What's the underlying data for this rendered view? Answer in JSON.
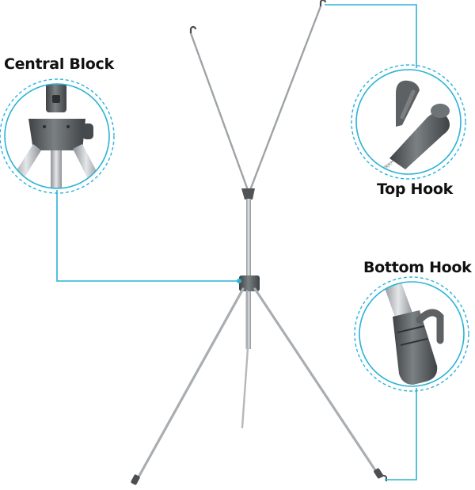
{
  "product": "banner stand tripod",
  "colors": {
    "accent": "#2bb3d6",
    "pole": "#bfc3c7",
    "pole_dark": "#8d9296",
    "part": "#5f6366",
    "part_dark": "#3e4245"
  },
  "callouts": [
    {
      "id": "central-block",
      "label": "Central Block",
      "icon": "central-block-closeup"
    },
    {
      "id": "top-hook",
      "label": "Top Hook",
      "icon": "top-hook-closeup"
    },
    {
      "id": "bottom-hook",
      "label": "Bottom Hook",
      "icon": "bottom-hook-closeup"
    }
  ]
}
